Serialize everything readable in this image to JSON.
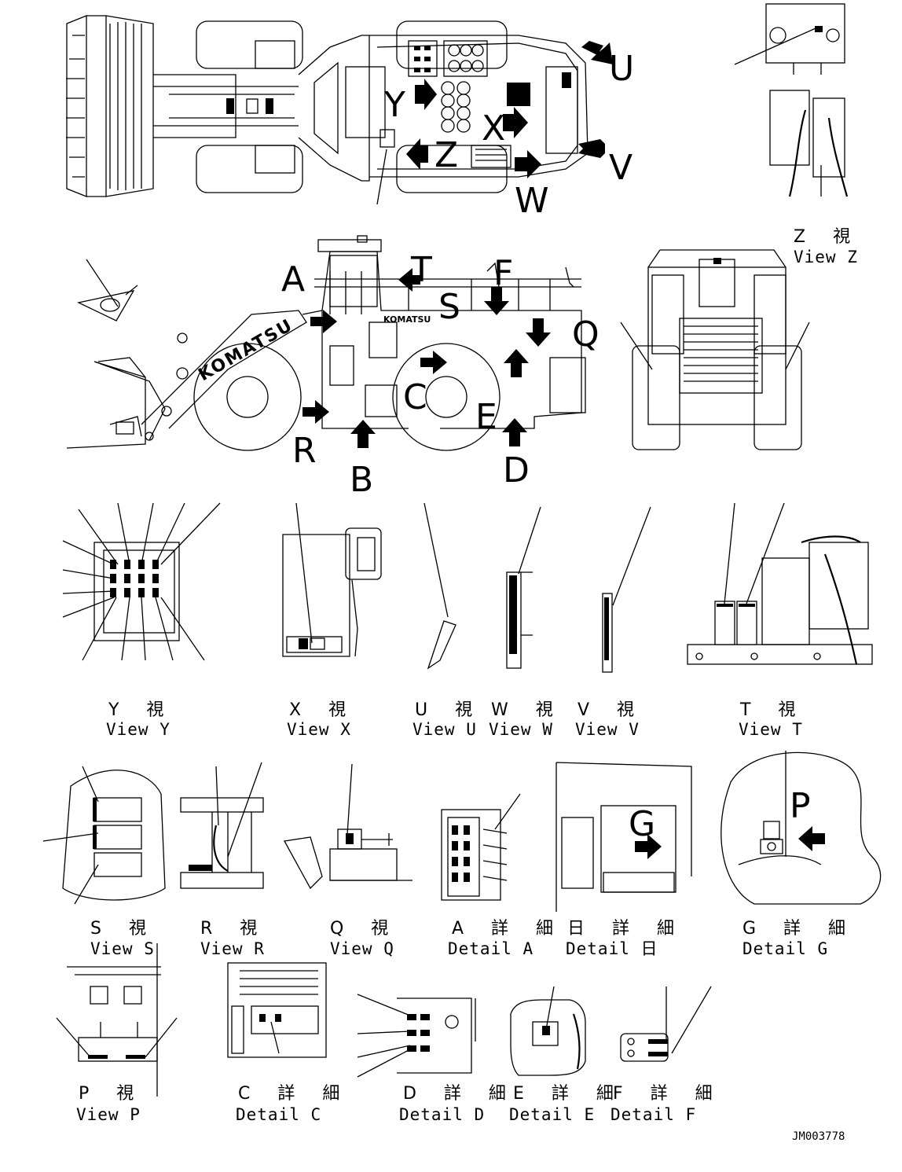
{
  "drawing": {
    "doc_id": "JM003778",
    "brand_mark": "KOMATSU",
    "cab_mark": "KOMATSU"
  },
  "arrows": {
    "U": "U",
    "V": "V",
    "W": "W",
    "X": "X",
    "Y": "Y",
    "Z": "Z",
    "A": "A",
    "B": "B",
    "C": "C",
    "D": "D",
    "E": "E",
    "F": "F",
    "Q": "Q",
    "R": "R",
    "S": "S",
    "T": "T",
    "G": "G",
    "P": "P"
  },
  "views": {
    "z": {
      "jp": "Z 視",
      "en": "View Z"
    },
    "y": {
      "jp": "Y 視",
      "en": "View Y"
    },
    "x": {
      "jp": "X 視",
      "en": "View X"
    },
    "u": {
      "jp": "U 視",
      "en": "View U"
    },
    "w": {
      "jp": "W 視",
      "en": "View W"
    },
    "v": {
      "jp": "V 視",
      "en": "View V"
    },
    "t": {
      "jp": "T 視",
      "en": "View T"
    },
    "s": {
      "jp": "S 視",
      "en": "View S"
    },
    "r": {
      "jp": "R 視",
      "en": "View R"
    },
    "q": {
      "jp": "Q 視",
      "en": "View Q"
    },
    "p": {
      "jp": "P 視",
      "en": "View P"
    }
  },
  "details": {
    "a": {
      "jp": "A 詳 細",
      "en": "Detail A"
    },
    "b": {
      "jp": "日 詳 細",
      "en": "Detail 日"
    },
    "g": {
      "jp": "G 詳 細",
      "en": "Detail G"
    },
    "c": {
      "jp": "C 詳 細",
      "en": "Detail C"
    },
    "d": {
      "jp": "D 詳 細",
      "en": "Detail D"
    },
    "e": {
      "jp": "E 詳 細",
      "en": "Detail E"
    },
    "f": {
      "jp": "F 詳 細",
      "en": "Detail F"
    }
  }
}
